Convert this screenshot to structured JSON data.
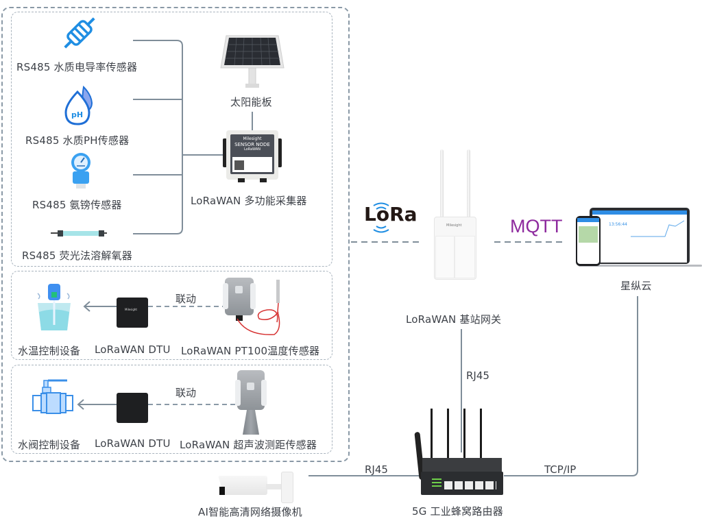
{
  "diagram": {
    "title": "LoRaWAN water quality monitoring network topology",
    "colors": {
      "line": "#7f8d99",
      "dashed_border": "#8a99a6",
      "accent_blue": "#1f8ee3",
      "mqtt_purple": "#8e2a9e",
      "lora_dark": "#231815"
    },
    "sensor_group": {
      "sensors": [
        {
          "label": "RS485 水质电导率传感器",
          "icon": "conductivity-sensor-icon"
        },
        {
          "label": "RS485 水质PH传感器",
          "icon": "ph-drop-icon"
        },
        {
          "label": "RS485 氨镑传感器",
          "icon": "pressure-gauge-icon"
        },
        {
          "label": "RS485 荧光法溶解氧器",
          "icon": "dissolved-oxygen-tube-icon"
        }
      ],
      "solar_panel": {
        "label": "太阳能板",
        "icon": "solar-panel-icon"
      },
      "collector": {
        "label": "LoRaWAN 多功能采集器",
        "icon": "sensor-node-icon",
        "device_brand": "Milesight",
        "device_title": "SENSOR NODE",
        "device_subtitle": "LoRaWAN"
      }
    },
    "linkage_groups": [
      {
        "controller": {
          "label": "水温控制设备",
          "icon": "water-heater-icon"
        },
        "dtu": {
          "label": "LoRaWAN DTU",
          "icon": "dtu-icon"
        },
        "link_label": "联动",
        "sensor": {
          "label": "LoRaWAN PT100温度传感器",
          "icon": "pt100-sensor-icon"
        }
      },
      {
        "controller": {
          "label": "水阀控制设备",
          "icon": "water-valve-icon"
        },
        "dtu": {
          "label": "LoRaWAN DTU",
          "icon": "dtu-icon"
        },
        "link_label": "联动",
        "sensor": {
          "label": "LoRaWAN 超声波测距传感器",
          "icon": "ultrasonic-sensor-icon"
        }
      }
    ],
    "network": {
      "lora_logo": "LoRa",
      "mqtt_label": "MQTT",
      "gateway": {
        "label": "LoRaWAN 基站网关",
        "brand": "Milesight"
      },
      "cloud": {
        "label": "星纵云",
        "dashboard_time": "13:56:44"
      },
      "router": {
        "label": "5G 工业蜂窝路由器"
      },
      "camera": {
        "label": "AI智能高清网络摄像机"
      },
      "links": {
        "gateway_router": "RJ45",
        "camera_router": "RJ45",
        "router_cloud": "TCP/IP"
      }
    }
  }
}
